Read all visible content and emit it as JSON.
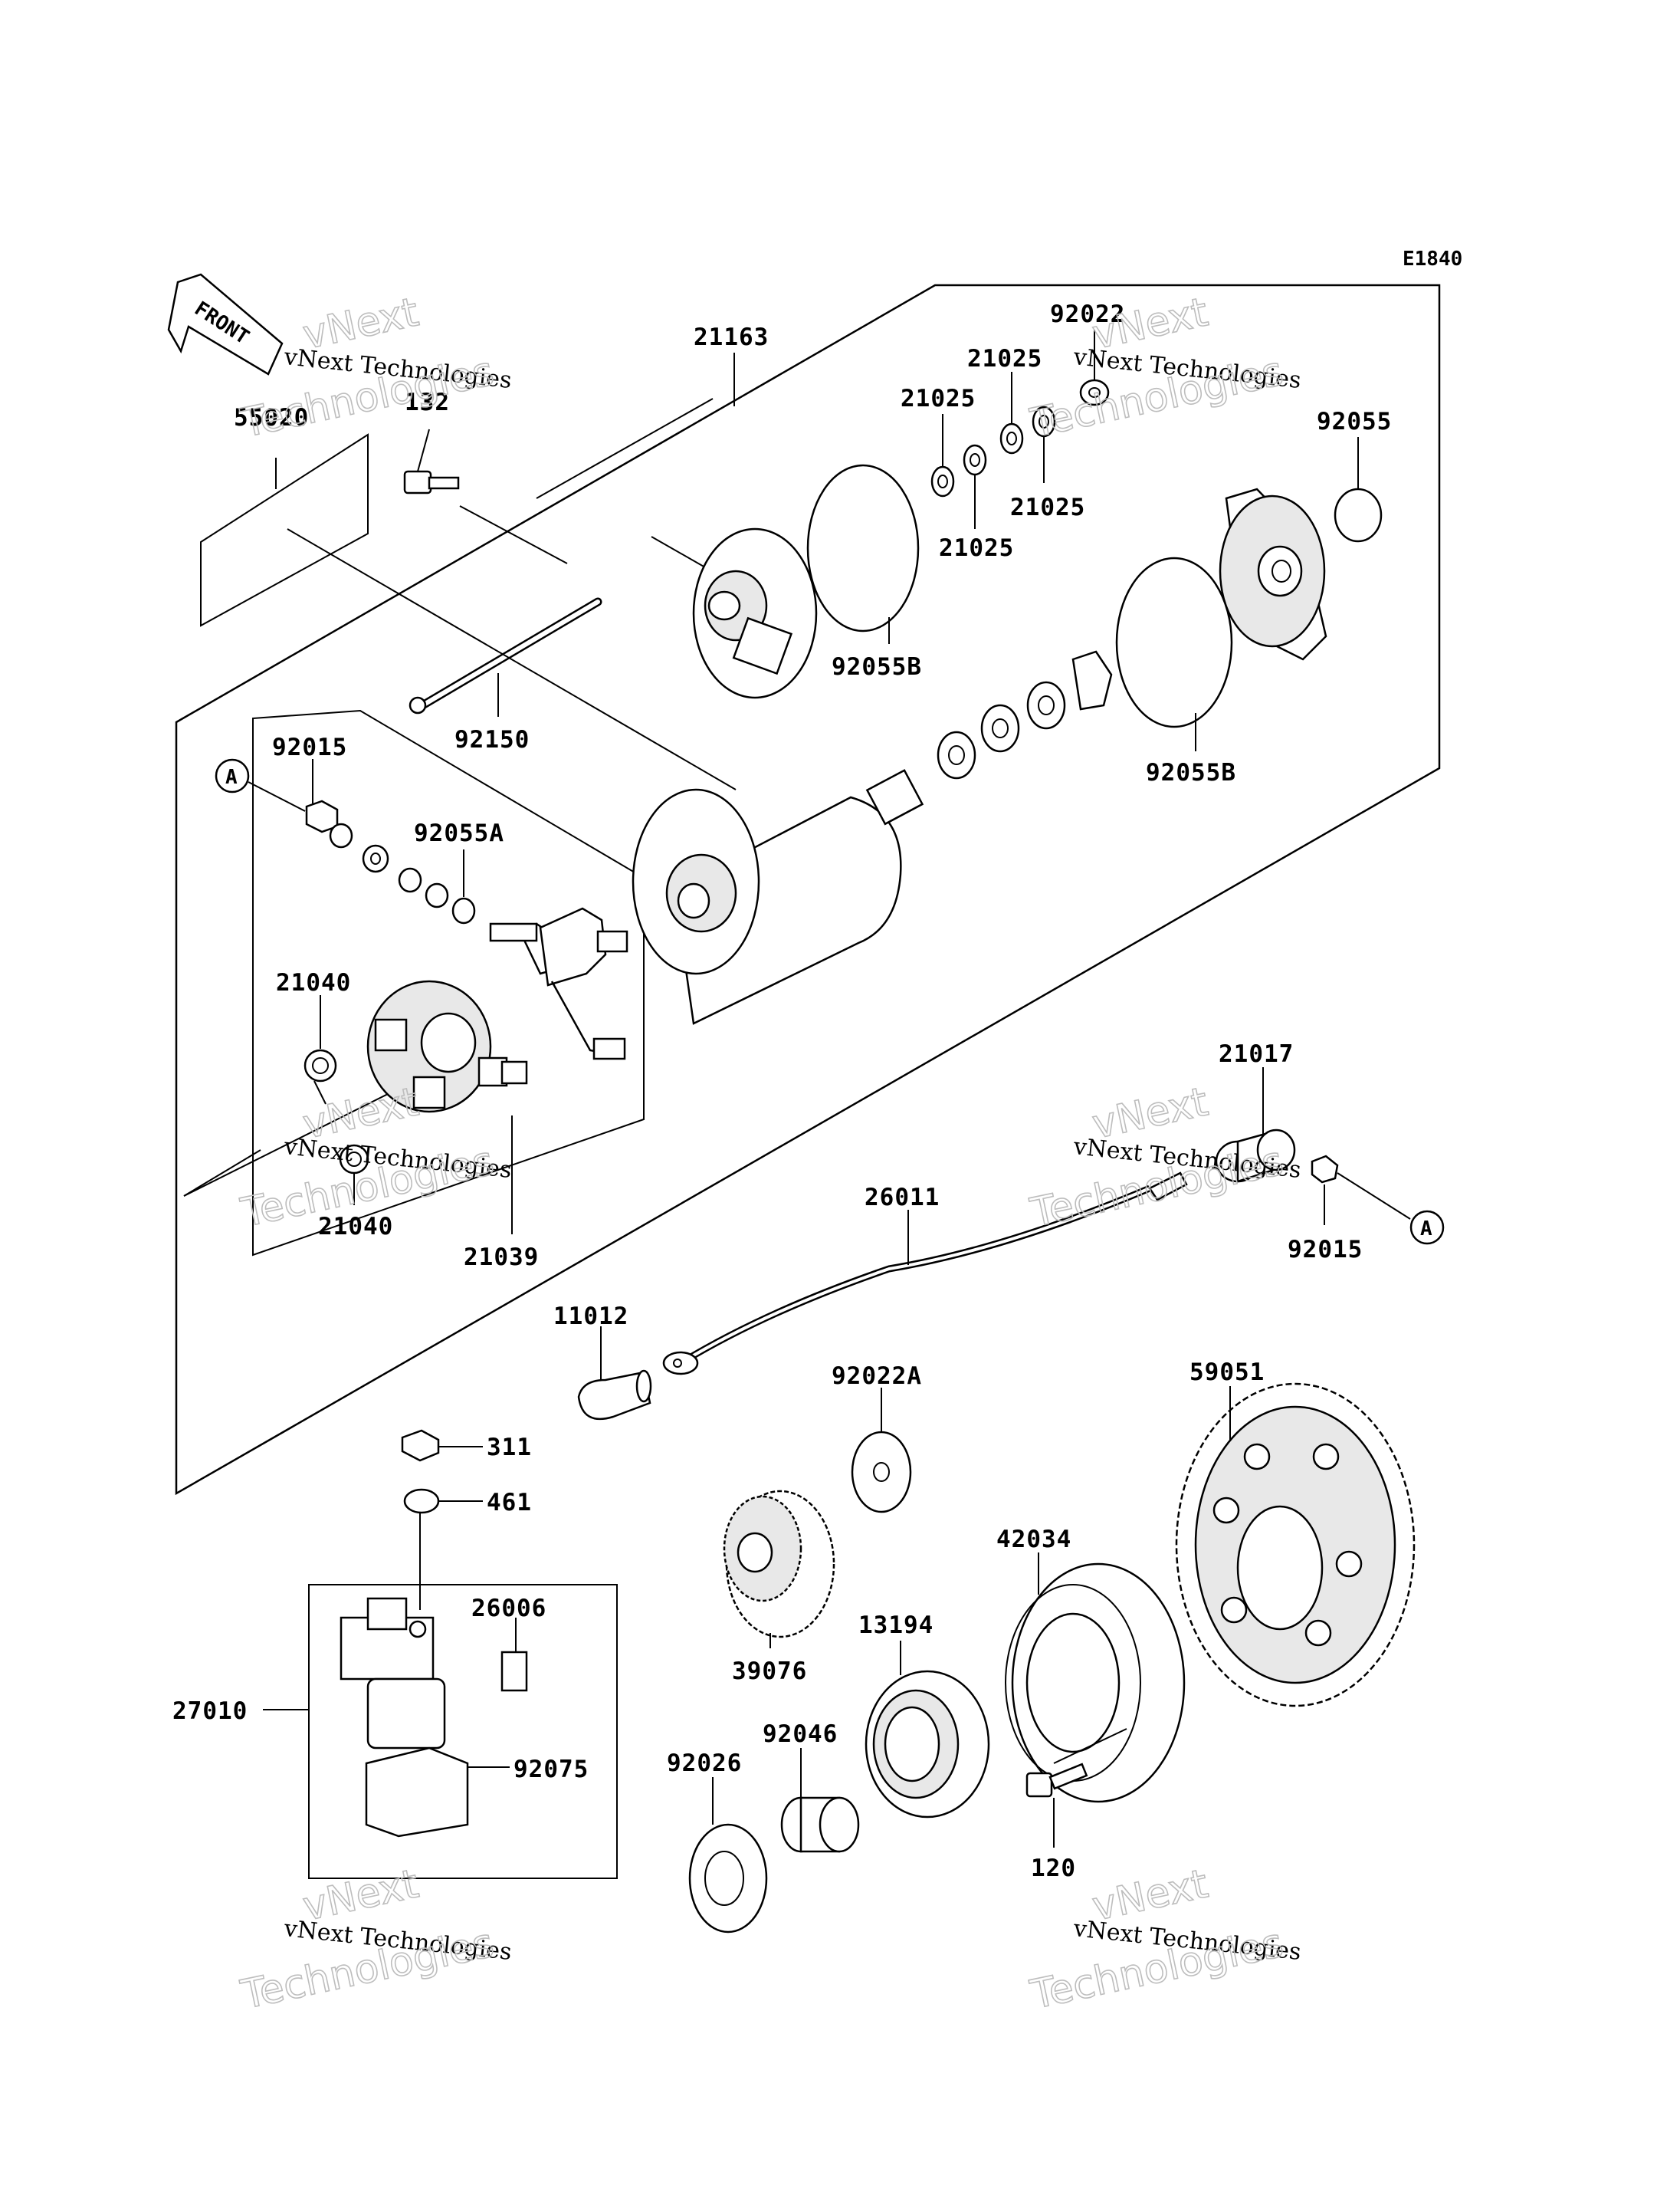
{
  "diagram_code": "E1840",
  "front_label": "FRONT",
  "ref_marker": "A",
  "watermark": {
    "line1": "vNext Technologies",
    "line2": "Technologies",
    "line3": "vNext"
  },
  "parts": [
    {
      "id": "p21163",
      "label": "21163"
    },
    {
      "id": "p92022",
      "label": "92022"
    },
    {
      "id": "p21025a",
      "label": "21025"
    },
    {
      "id": "p21025b",
      "label": "21025"
    },
    {
      "id": "p21025c",
      "label": "21025"
    },
    {
      "id": "p21025d",
      "label": "21025"
    },
    {
      "id": "p92055",
      "label": "92055"
    },
    {
      "id": "p55020",
      "label": "55020"
    },
    {
      "id": "p132",
      "label": "132"
    },
    {
      "id": "p92055B_a",
      "label": "92055B"
    },
    {
      "id": "p92150",
      "label": "92150"
    },
    {
      "id": "p92055B_b",
      "label": "92055B"
    },
    {
      "id": "p92015a",
      "label": "92015"
    },
    {
      "id": "p92055A",
      "label": "92055A"
    },
    {
      "id": "p21040a",
      "label": "21040"
    },
    {
      "id": "p21040b",
      "label": "21040"
    },
    {
      "id": "p21039",
      "label": "21039"
    },
    {
      "id": "p21017",
      "label": "21017"
    },
    {
      "id": "p26011",
      "label": "26011"
    },
    {
      "id": "p92015b",
      "label": "92015"
    },
    {
      "id": "p11012",
      "label": "11012"
    },
    {
      "id": "p92022A",
      "label": "92022A"
    },
    {
      "id": "p59051",
      "label": "59051"
    },
    {
      "id": "p311",
      "label": "311"
    },
    {
      "id": "p461",
      "label": "461"
    },
    {
      "id": "p42034",
      "label": "42034"
    },
    {
      "id": "p26006",
      "label": "26006"
    },
    {
      "id": "p39076",
      "label": "39076"
    },
    {
      "id": "p13194",
      "label": "13194"
    },
    {
      "id": "p27010",
      "label": "27010"
    },
    {
      "id": "p92075",
      "label": "92075"
    },
    {
      "id": "p92026",
      "label": "92026"
    },
    {
      "id": "p92046",
      "label": "92046"
    },
    {
      "id": "p120",
      "label": "120"
    }
  ]
}
